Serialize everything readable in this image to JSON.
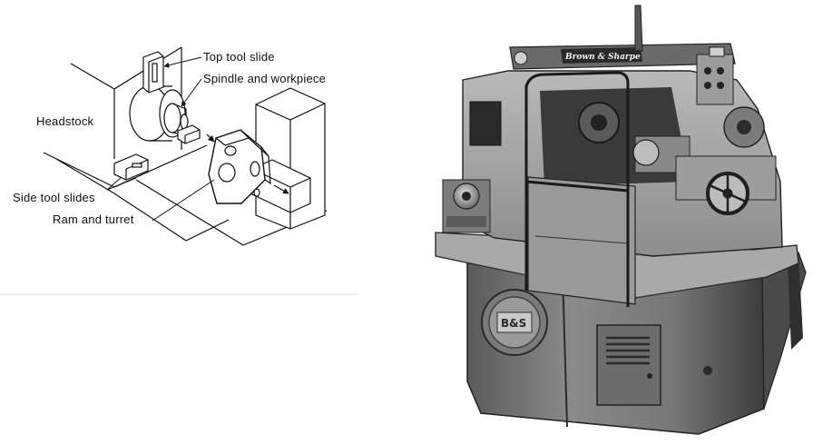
{
  "diagram": {
    "labels": {
      "top_tool_slide": "Top tool slide",
      "spindle_workpiece": "Spindle and workpiece",
      "headstock": "Headstock",
      "side_tool_slides": "Side tool slides",
      "ram_turret": "Ram and turret"
    }
  },
  "photo": {
    "nameplate": "Brown & Sharpe",
    "logo": "B&S"
  }
}
